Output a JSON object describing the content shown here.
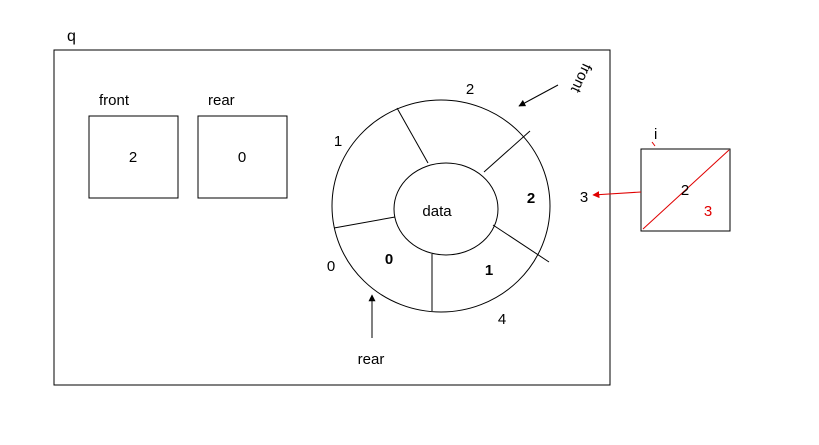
{
  "queue": {
    "name": "q",
    "front_label": "front",
    "front_value": "2",
    "rear_label": "rear",
    "rear_value": "0"
  },
  "ring": {
    "center_label": "data",
    "slot_values": {
      "slot0": "0",
      "slot1": "1",
      "slot2": "2"
    },
    "index_labels": [
      "0",
      "1",
      "2",
      "3",
      "4"
    ],
    "front_pointer_label": "front",
    "rear_pointer_label": "rear"
  },
  "iterator": {
    "name": "i",
    "old_value": "2",
    "new_value": "3",
    "target_index": "3",
    "change_color": "#e00000"
  }
}
